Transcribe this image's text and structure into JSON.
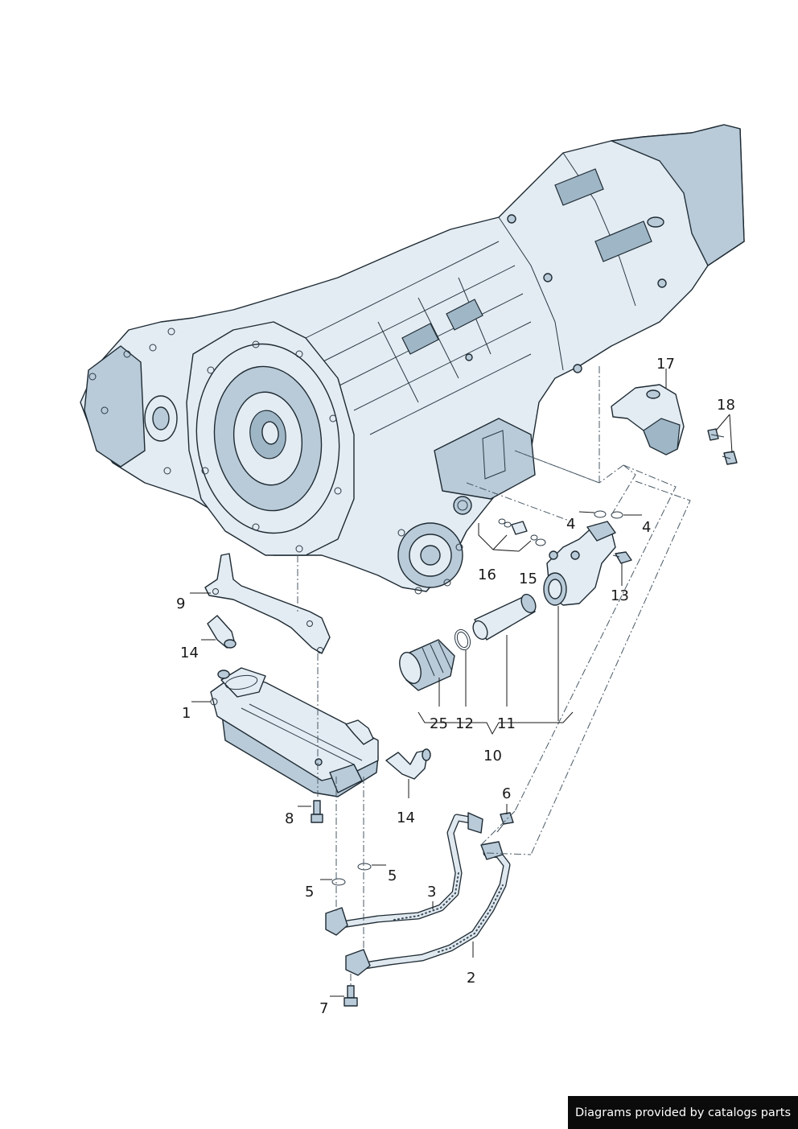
{
  "callouts": [
    {
      "id": "17",
      "text": "17"
    },
    {
      "id": "18",
      "text": "18"
    },
    {
      "id": "4a",
      "text": "4"
    },
    {
      "id": "4b",
      "text": "4"
    },
    {
      "id": "16",
      "text": "16"
    },
    {
      "id": "15",
      "text": "15"
    },
    {
      "id": "13",
      "text": "13"
    },
    {
      "id": "9",
      "text": "9"
    },
    {
      "id": "14a",
      "text": "14"
    },
    {
      "id": "1",
      "text": "1"
    },
    {
      "id": "25",
      "text": "25"
    },
    {
      "id": "12",
      "text": "12"
    },
    {
      "id": "11",
      "text": "11"
    },
    {
      "id": "10",
      "text": "10"
    },
    {
      "id": "14b",
      "text": "14"
    },
    {
      "id": "8",
      "text": "8"
    },
    {
      "id": "6",
      "text": "6"
    },
    {
      "id": "5a",
      "text": "5"
    },
    {
      "id": "5b",
      "text": "5"
    },
    {
      "id": "3",
      "text": "3"
    },
    {
      "id": "2",
      "text": "2"
    },
    {
      "id": "7",
      "text": "7"
    }
  ],
  "credit": "Diagrams provided by catalogs parts"
}
